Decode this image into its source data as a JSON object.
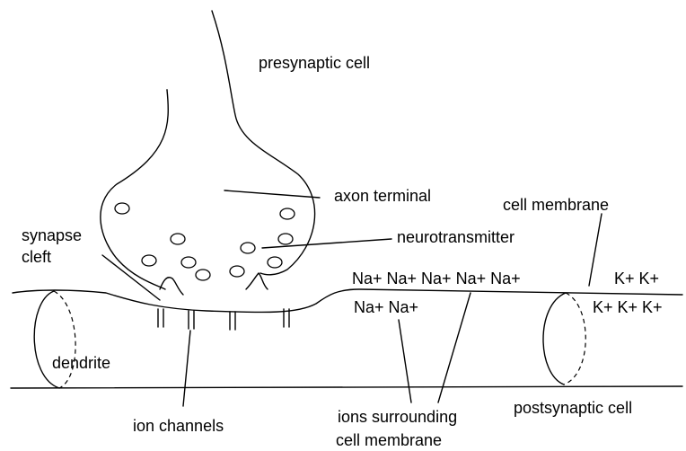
{
  "labels": {
    "presynaptic_cell": "presynaptic cell",
    "axon_terminal": "axon terminal",
    "cell_membrane": "cell membrane",
    "synapse": "synapse",
    "cleft": "cleft",
    "neurotransmitter": "neurotransmitter",
    "dendrite": "dendrite",
    "ion_channels": "ion channels",
    "ions_surrounding_line1": "ions surrounding",
    "ions_surrounding_line2": "cell membrane",
    "postsynaptic_cell": "postsynaptic cell"
  },
  "ions": {
    "na_row1": "Na+ Na+ Na+ Na+ Na+",
    "na_row2": "Na+ Na+",
    "k_row1": "K+ K+",
    "k_row2": "K+ K+ K+"
  }
}
